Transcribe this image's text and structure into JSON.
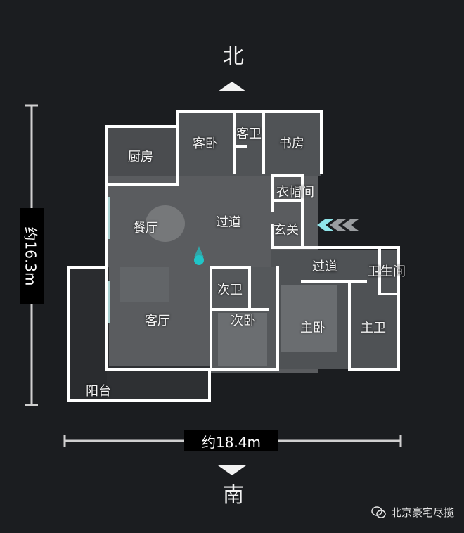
{
  "compass": {
    "north": "北",
    "south": "南"
  },
  "dimensions": {
    "height": "约16.3m",
    "width": "约18.4m"
  },
  "rooms": {
    "kitchen": "厨房",
    "guest_bedroom": "客卧",
    "guest_bath": "客卫",
    "study": "书房",
    "cloakroom": "衣帽间",
    "dining": "餐厅",
    "corridor_north": "过道",
    "entrance": "玄关",
    "corridor_south": "过道",
    "bathroom": "卫生间",
    "second_bath": "次卫",
    "living": "客厅",
    "second_bedroom": "次卧",
    "master_bedroom": "主卧",
    "master_bath": "主卫",
    "balcony": "阳台"
  },
  "watermark": {
    "text": "北京豪宅尽揽",
    "icon": "wechat-icon"
  },
  "colors": {
    "wall": "#ffffff",
    "marker": "#1fc5c8",
    "entry_arrows": "#8fe5ea"
  }
}
